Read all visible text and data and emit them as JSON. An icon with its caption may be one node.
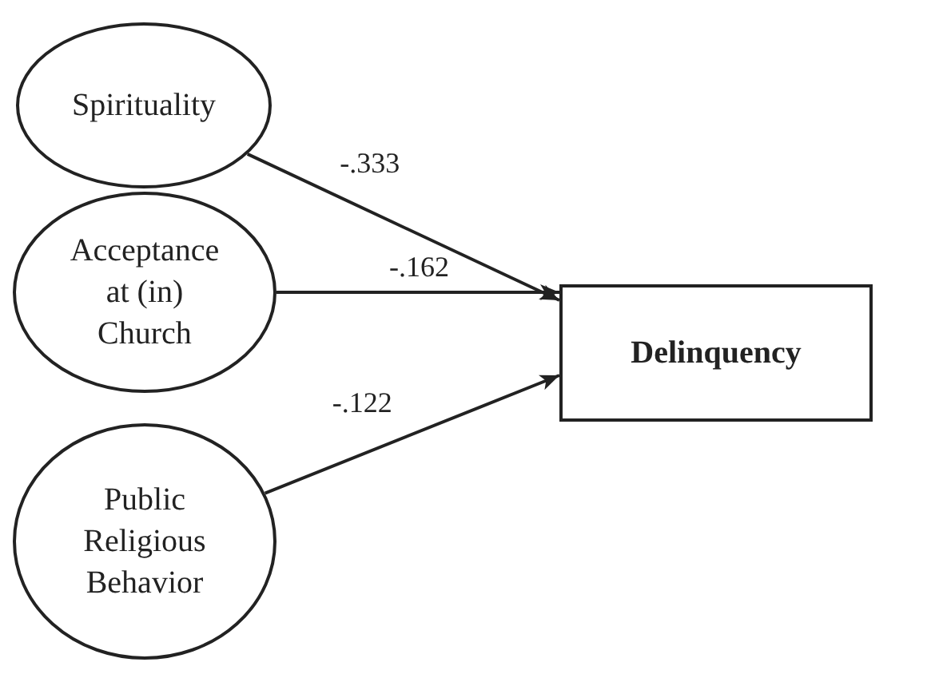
{
  "diagram": {
    "nodes": [
      {
        "text": [
          "Spirituality"
        ]
      },
      {
        "text": [
          "Acceptance at (in) Church"
        ]
      },
      {
        "text": [
          "Public Religious Behavior"
        ]
      },
      {
        "text": [
          "Delinquency"
        ]
      }
    ],
    "edges": [
      {
        "from": 0,
        "to": 3,
        "arrow": "to",
        "label": "-.333"
      },
      {
        "from": 1,
        "to": 3,
        "arrow": "to",
        "label": "-.162"
      },
      {
        "from": 2,
        "to": 3,
        "arrow": "to",
        "label": "-.122"
      }
    ]
  }
}
